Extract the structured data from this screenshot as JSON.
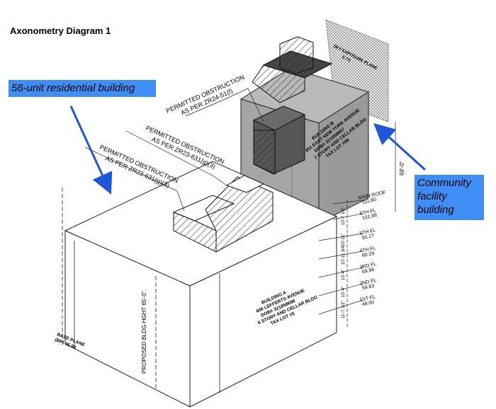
{
  "title": "Axonometry Diagram 1",
  "callouts": {
    "residential": "56-unit residential building",
    "community": [
      "Community",
      "facility",
      "building"
    ]
  },
  "obstructions": [
    {
      "line1": "PERMITTED OBSTRUCTION",
      "line2": "AS PER ZR24-51(f)"
    },
    {
      "line1": "PERMITTED OBSTRUCTION",
      "line2": "AS PER ZR23-631(g)(3)"
    },
    {
      "line1": "PERMITTED OBSTRUCTION",
      "line2": "AS PER ZR23-631(g)(3)"
    }
  ],
  "sky_exposure": {
    "line1": "SKY EXPOSURE PLANE",
    "line2": "2.7/1"
  },
  "building_b": [
    "BUILDING B",
    "451 EAST NEW YORK AVENUE",
    "DOB# 321858667",
    "7 STORY AND CELLAR BLDG",
    "TAX LOT #59"
  ],
  "building_a": [
    "BUILDING A",
    "408 LEFFERTS AVENUE",
    "DOB# 321858696",
    "6 STORY AND CELLAR BLDG",
    "TAX LOT #5"
  ],
  "base_plane": [
    "BASE PLANE",
    "(BP) 46.80"
  ],
  "proposed_height": "PROPOSED BLDG HGHT 65'-0\"",
  "height_dim": "69'-0\"",
  "floors": [
    {
      "name": "MAIN ROOF",
      "elev": "111.80"
    },
    {
      "name": "6TH FL",
      "elev": "101.88"
    },
    {
      "name": "5TH FL",
      "elev": "91.27"
    },
    {
      "name": "4TH FL",
      "elev": "80.29"
    },
    {
      "name": "3RD FL",
      "elev": "69.96"
    },
    {
      "name": "2ND FL",
      "elev": "59.63"
    },
    {
      "name": "1ST FL",
      "elev": "48.00"
    }
  ],
  "floor_dims": [
    "10'-7 1/2\"",
    "10'-11\"",
    "10'-11 3/4\"",
    "10'-4\"",
    "10'-4\"",
    "11'-7 1/2\""
  ]
}
